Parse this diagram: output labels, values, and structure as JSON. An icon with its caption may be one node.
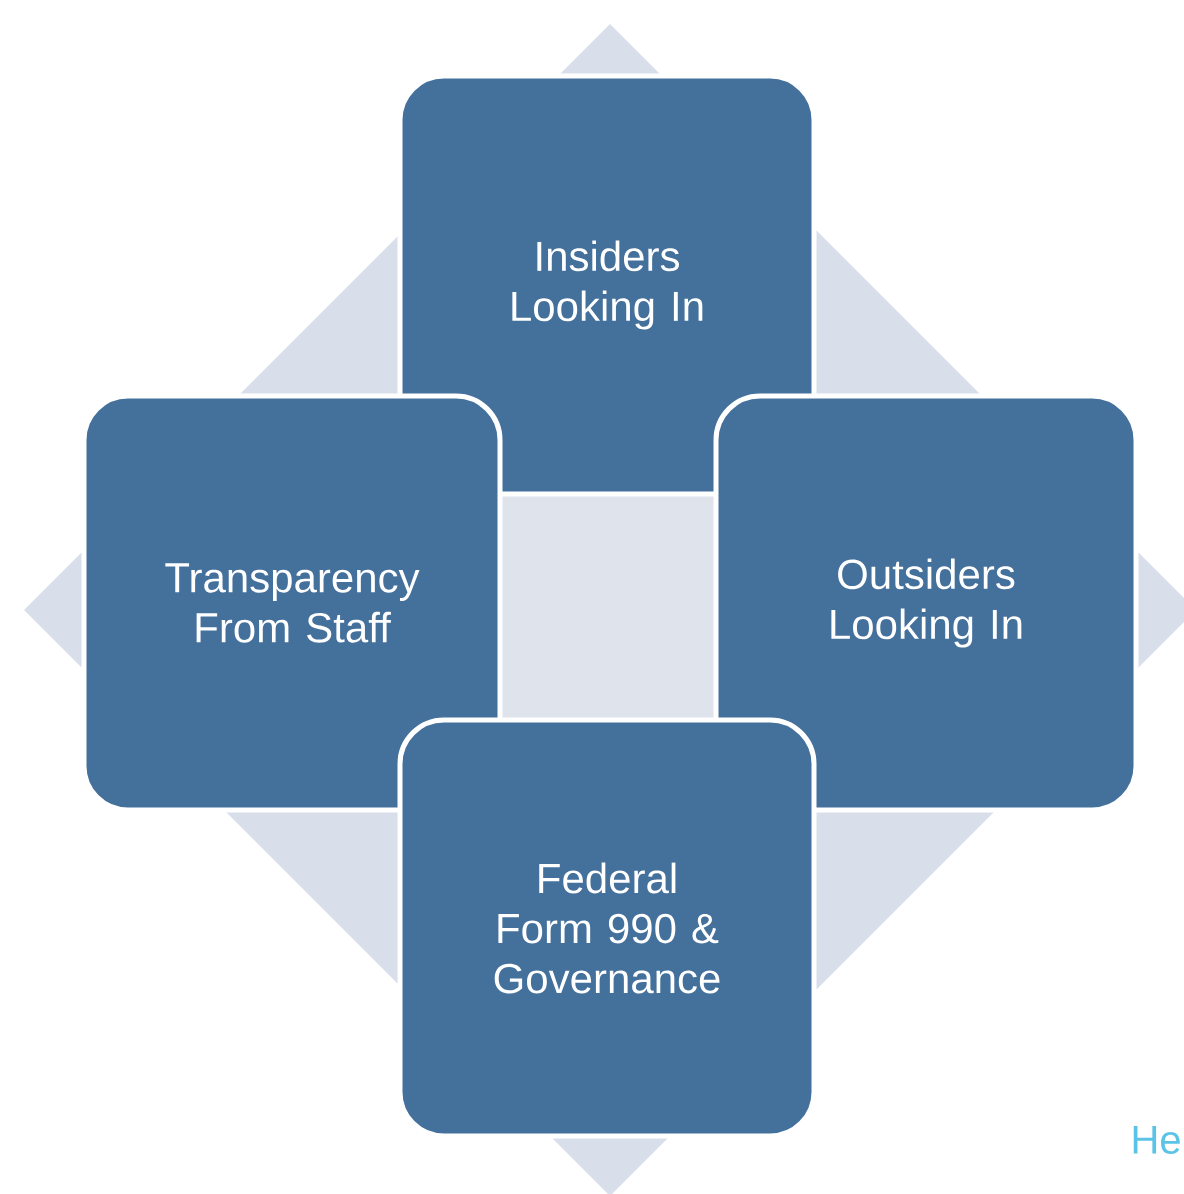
{
  "diagram": {
    "nodes": [
      {
        "text": [
          "Insiders Looking In"
        ]
      },
      {
        "text": [
          "Transparency From Staff"
        ]
      },
      {
        "text": [
          "Outsiders Looking In"
        ]
      },
      {
        "text": [
          "Federal Form 990 & Governance"
        ]
      },
      {
        "text": [],
        "shape": "box"
      }
    ],
    "labels": [
      "He"
    ]
  }
}
